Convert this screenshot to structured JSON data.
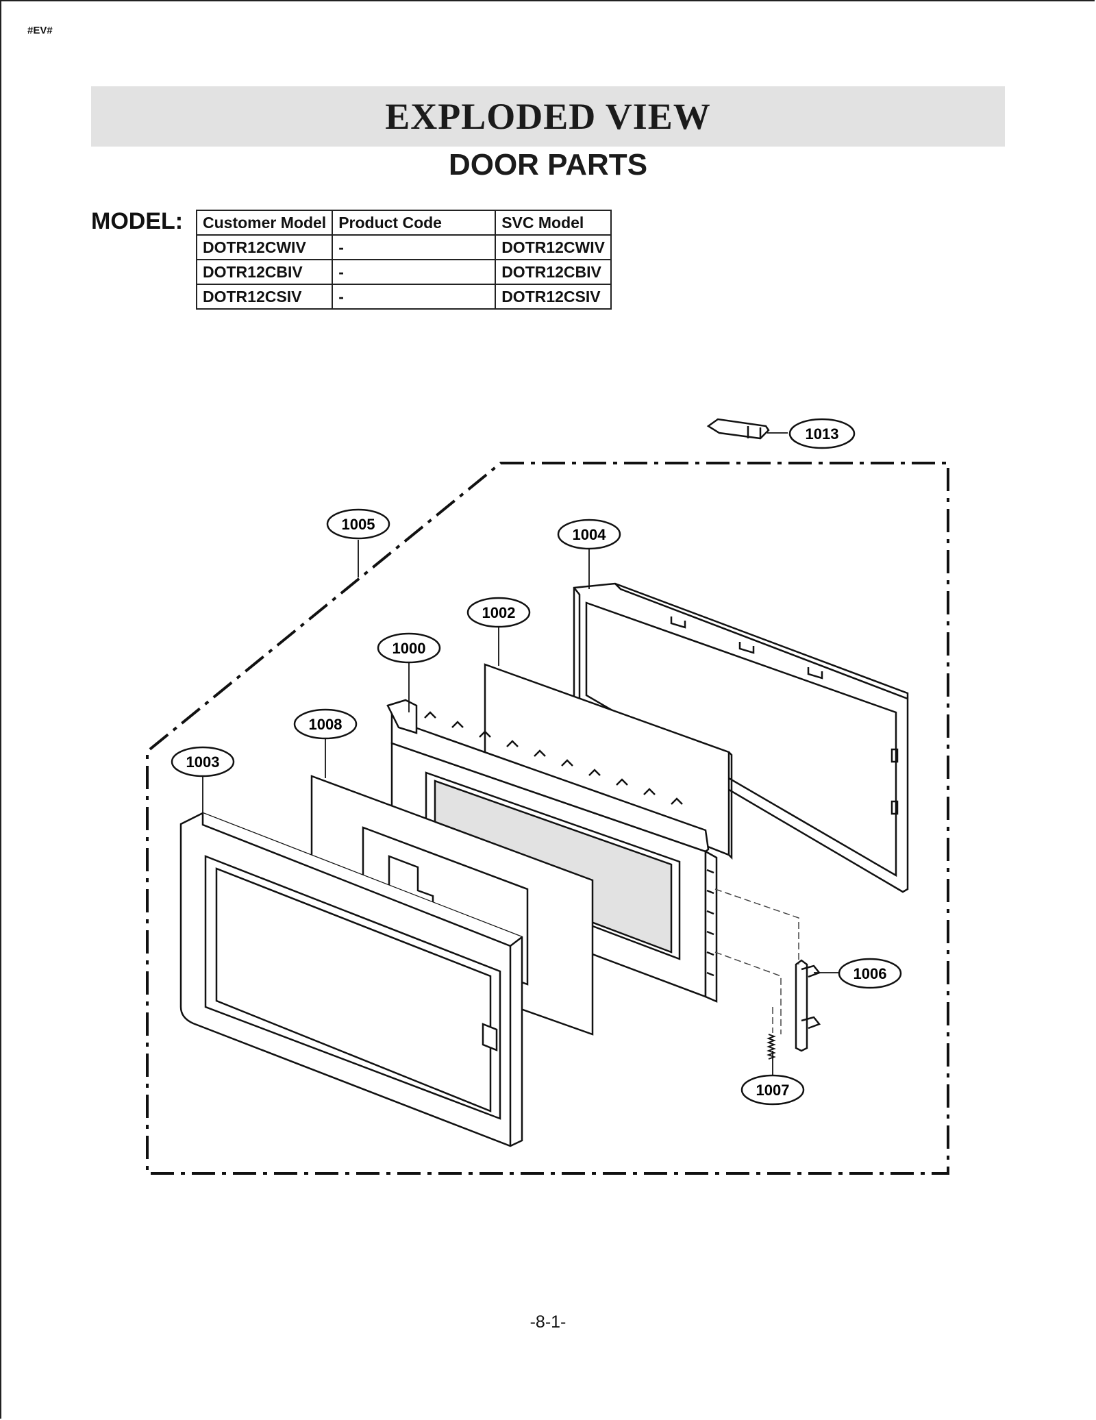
{
  "doc_tag": "#EV#",
  "title": "EXPLODED VIEW",
  "subtitle": "DOOR PARTS",
  "model_label": "MODEL:",
  "model_table": {
    "headers": [
      "Customer Model",
      "Product Code",
      "SVC Model"
    ],
    "rows": [
      [
        "DOTR12CWIV",
        "-",
        "DOTR12CWIV"
      ],
      [
        "DOTR12CBIV",
        "-",
        "DOTR12CBIV"
      ],
      [
        "DOTR12CSIV",
        "-",
        "DOTR12CSIV"
      ]
    ]
  },
  "callouts": {
    "c1013": "1013",
    "c1005": "1005",
    "c1004": "1004",
    "c1002": "1002",
    "c1000": "1000",
    "c1008": "1008",
    "c1003": "1003",
    "c1006": "1006",
    "c1007": "1007"
  },
  "page_number": "-8-1-"
}
